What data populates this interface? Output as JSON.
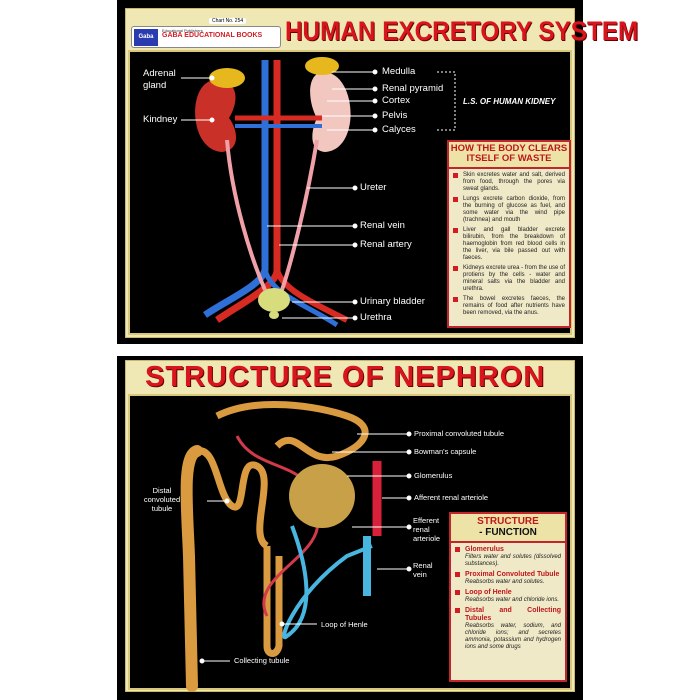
{
  "top_chart": {
    "title": "HUMAN EXCRETORY SYSTEM",
    "chart_no": "Chart No. 254",
    "publisher": "GABA EDUCATIONAL BOOKS",
    "publisher_tag": "Educational Publishers",
    "logo_text": "Gaba",
    "subtitle": "L.S. OF HUMAN KIDNEY",
    "labels_left": [
      "Adrenal gland",
      "Kindney"
    ],
    "labels_right": [
      "Medulla",
      "Renal pyramid",
      "Cortex",
      "Pelvis",
      "Calyces",
      "Ureter",
      "Renal vein",
      "Renal artery",
      "Urinary bladder",
      "Urethra"
    ],
    "info_box": {
      "title": "HOW THE BODY CLEARS ITSELF OF WASTE",
      "items": [
        "Skin excretes water and salt, derived from food, through the pores via sweat glands.",
        "Lungs excrete carbon dioxide, from the burning of glucose as fuel, and some water via the wind pipe (trachnea) and mouth",
        "Liver and gall bladder excrete bilirubin, from the breakdown of haemoglobin from red blood cells in the liver, via bile passed out with faeces.",
        "Kidneys excrete urea - from the use of protiens by the cells - water and mineral salts via the bladder and urethra.",
        "The bowel excretes faeces, the remains of food after nutrients have been removed, via the anus."
      ]
    }
  },
  "bottom_chart": {
    "title": "STRUCTURE OF NEPHRON",
    "labels_right": [
      "Proximal convoluted tubule",
      "Bowman's capsule",
      "Glomerulus",
      "Afferent renal arteriole",
      "Efferent renal arteriole",
      "Renal vein"
    ],
    "labels_left": [
      "Distal convoluted tubule"
    ],
    "labels_bottom": [
      "Loop of Henle",
      "Collecting tubule"
    ],
    "info_box": {
      "title_line1": "STRUCTURE",
      "title_line2": "- FUNCTION",
      "items": [
        {
          "heading": "Glomerulus",
          "text": "Filters water and solutes (dissolved substances)."
        },
        {
          "heading": "Proximal Convoluted Tubule",
          "text": "Reabsorbs water and solutes."
        },
        {
          "heading": "Loop of Henle",
          "text": "Reabsorbs water and chloride ions."
        },
        {
          "heading": "Distal and Collecting Tubules",
          "text": "Reabsorbs water, sodium, and chloride ions; and secretes ammonia, potassium and hydrogen ions and some drugs"
        }
      ]
    }
  }
}
